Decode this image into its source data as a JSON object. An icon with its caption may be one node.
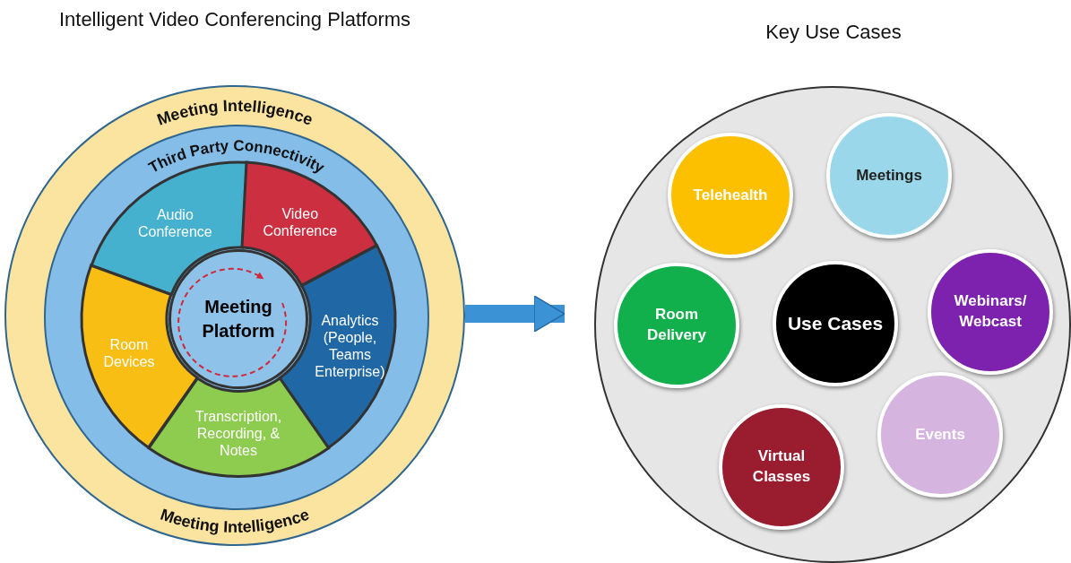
{
  "diagram": {
    "nodes": [
      {
        "text": [
          "Meeting Intelligence",
          "Meeting Intelligence"
        ]
      },
      {
        "text": [
          "Third Party Connectivity"
        ],
        "in": 0
      },
      {
        "text": [
          "Audio Conference"
        ],
        "in": 1
      },
      {
        "text": [
          "Video Conference"
        ],
        "in": 1
      },
      {
        "text": [
          "Analytics (People, Teams Enterprise)"
        ],
        "in": 1
      },
      {
        "text": [
          "Transcription, Recording, & Notes"
        ],
        "in": 1
      },
      {
        "text": [
          "Room Devices"
        ],
        "in": 1
      },
      {
        "text": [
          "Meeting Platform"
        ],
        "in": 1
      },
      {
        "text": [],
        "shape": "circle"
      },
      {
        "text": [
          "Telehealth"
        ],
        "in": 8
      },
      {
        "text": [
          "Meetings"
        ],
        "in": 8
      },
      {
        "text": [
          "Room Delivery"
        ],
        "in": 8
      },
      {
        "text": [
          "Use Cases"
        ],
        "in": 8
      },
      {
        "text": [
          "Webinars/ Webcast"
        ],
        "in": 8
      },
      {
        "text": [
          "Events"
        ],
        "in": 8
      },
      {
        "text": [
          "Virtual Classes"
        ],
        "in": 8
      }
    ],
    "edges": [
      {
        "from": 0,
        "to": 8,
        "arrow": "to"
      }
    ],
    "labels": [
      "Intelligent Video Conferencing Platforms",
      "Key Use Cases"
    ]
  }
}
